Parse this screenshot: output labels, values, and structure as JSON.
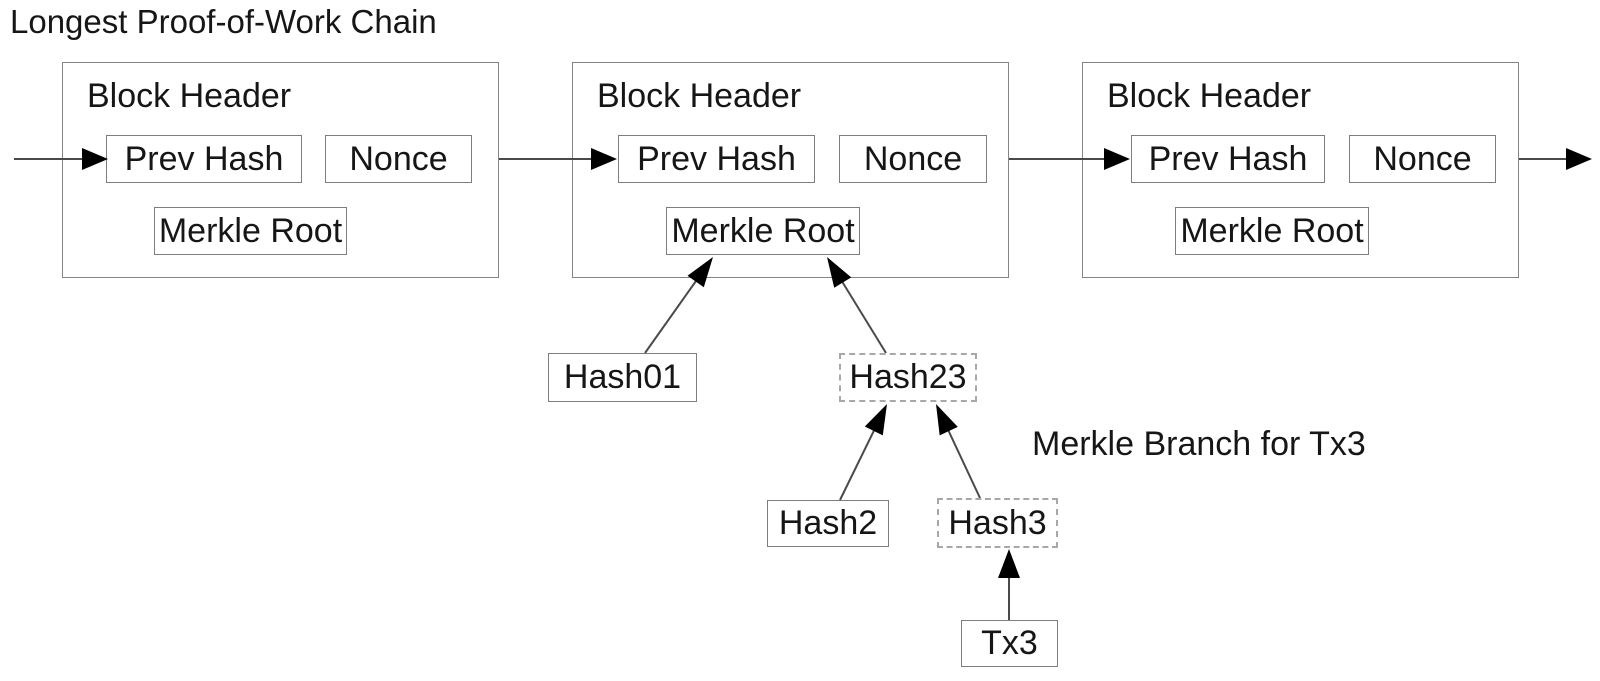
{
  "title": "Longest Proof-of-Work Chain",
  "annotation": "Merkle Branch for Tx3",
  "blocks": [
    {
      "header": "Block Header",
      "fields": {
        "prev_hash": "Prev Hash",
        "nonce": "Nonce",
        "merkle_root": "Merkle Root"
      }
    },
    {
      "header": "Block Header",
      "fields": {
        "prev_hash": "Prev Hash",
        "nonce": "Nonce",
        "merkle_root": "Merkle Root"
      }
    },
    {
      "header": "Block Header",
      "fields": {
        "prev_hash": "Prev Hash",
        "nonce": "Nonce",
        "merkle_root": "Merkle Root"
      }
    }
  ],
  "merkle_nodes": [
    {
      "id": "hash01",
      "label": "Hash01",
      "border": "solid"
    },
    {
      "id": "hash23",
      "label": "Hash23",
      "border": "dashed"
    },
    {
      "id": "hash2",
      "label": "Hash2",
      "border": "solid"
    },
    {
      "id": "hash3",
      "label": "Hash3",
      "border": "dashed"
    },
    {
      "id": "tx3",
      "label": "Tx3",
      "border": "solid"
    }
  ],
  "connections": [
    {
      "from": "chain-start",
      "to": "block1-prev-hash"
    },
    {
      "from": "block1",
      "to": "block2-prev-hash"
    },
    {
      "from": "block2",
      "to": "block3-prev-hash"
    },
    {
      "from": "block3",
      "to": "chain-end"
    },
    {
      "from": "hash01",
      "to": "block2-merkle-root"
    },
    {
      "from": "hash23",
      "to": "block2-merkle-root"
    },
    {
      "from": "hash2",
      "to": "hash23"
    },
    {
      "from": "hash3",
      "to": "hash23"
    },
    {
      "from": "tx3",
      "to": "hash3"
    }
  ],
  "colors": {
    "background": "#ffffff",
    "text": "#161616",
    "line": "#4a4a4a",
    "arrowhead": "#000000",
    "box_border": "#7d7d7d",
    "dashed_border": "#a8a8a8"
  }
}
